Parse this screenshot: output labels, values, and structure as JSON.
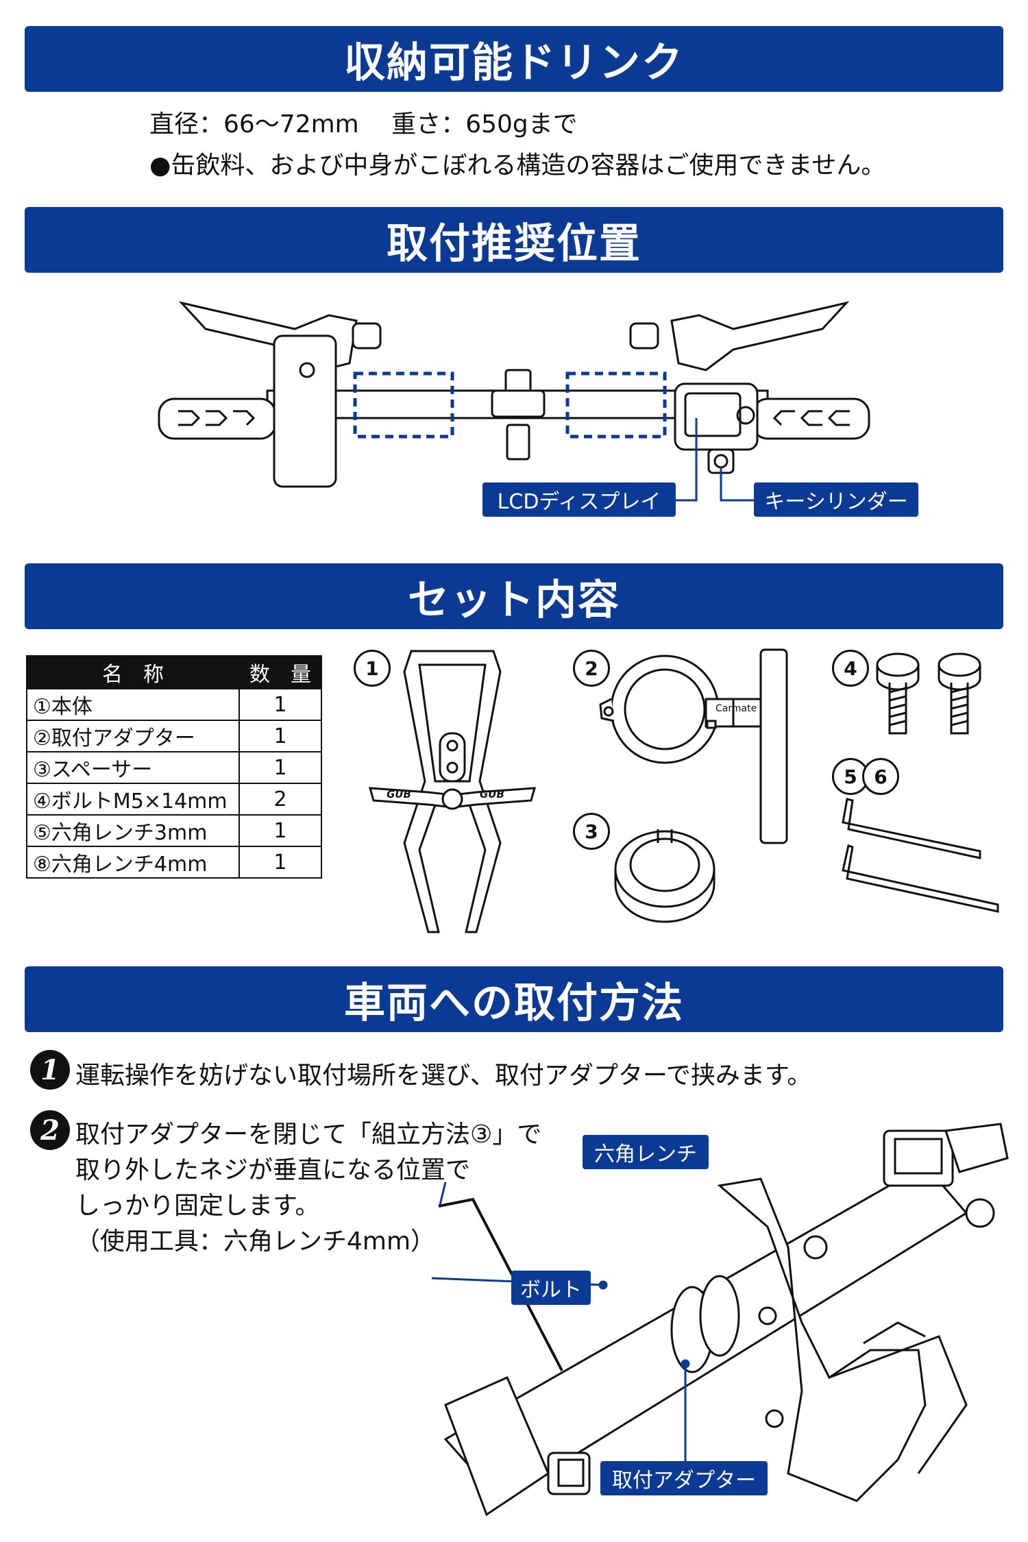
{
  "sections": {
    "drink": "収納可能ドリンク",
    "position": "取付推奨位置",
    "contents": "セット内容",
    "mounting": "車両への取付方法"
  },
  "drink_specs": {
    "line1": "直径：66～72mm　 重さ：650gまで",
    "line2": "●缶飲料、および中身がこぼれる構造の容器はご使用できません。"
  },
  "position_labels": {
    "lcd": "LCDディスプレイ",
    "key": "キーシリンダー"
  },
  "parts_table": {
    "headers": [
      "名　称",
      "数　量"
    ],
    "rows": [
      {
        "name": "①本体",
        "qty": "1"
      },
      {
        "name": "②取付アダプター",
        "qty": "1"
      },
      {
        "name": "③スペーサー",
        "qty": "1"
      },
      {
        "name": "④ボルトM5×14mm",
        "qty": "2"
      },
      {
        "name": "⑤六角レンチ3mm",
        "qty": "1"
      },
      {
        "name": "⑧六角レンチ4mm",
        "qty": "1"
      }
    ]
  },
  "part_badges": {
    "b1": "1",
    "b2": "2",
    "b3": "3",
    "b4": "4",
    "b5": "5",
    "b6": "6"
  },
  "part_marks": {
    "adapter_brand": "Carmate",
    "cage_brand_left": "GUB",
    "cage_brand_right": "GUB"
  },
  "steps": [
    {
      "num": "1",
      "lines": [
        "運転操作を妨げない取付場所を選び、取付アダプターで挟みます。"
      ]
    },
    {
      "num": "2",
      "lines": [
        "取付アダプターを閉じて「組立方法③」で",
        "取り外したネジが垂直になる位置で",
        "しっかり固定します。",
        "（使用工具：六角レンチ4mm）"
      ]
    }
  ],
  "mount_labels": {
    "wrench": "六角レンチ",
    "bolt": "ボルト",
    "adapter": "取付アダプター"
  },
  "colors": {
    "banner": "#0a3a94",
    "text": "#111111"
  }
}
